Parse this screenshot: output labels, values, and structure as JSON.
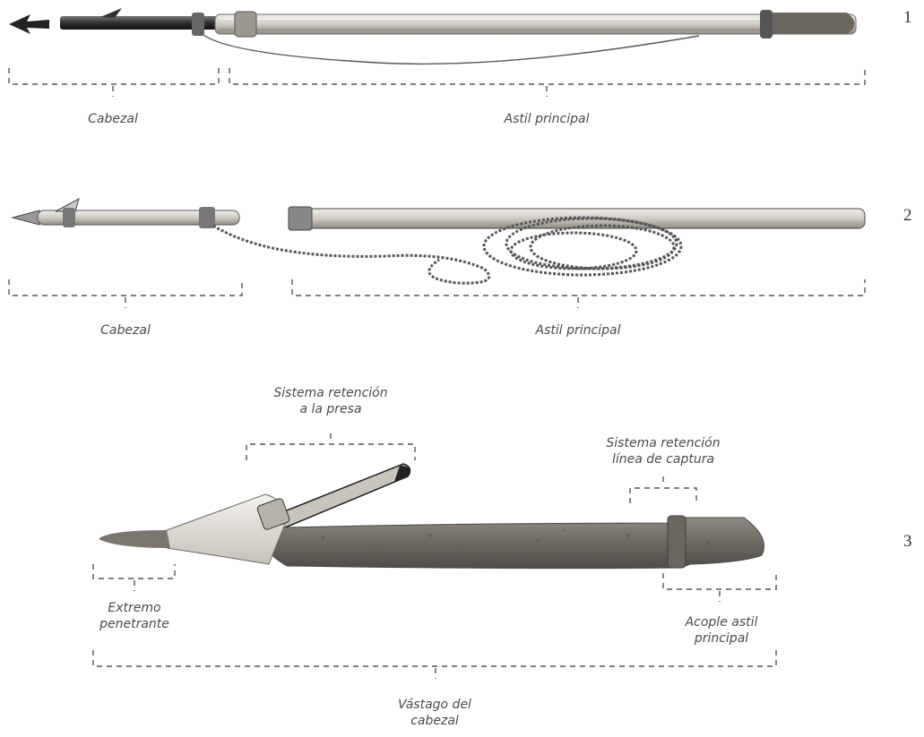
{
  "figures": [
    {
      "number": "1",
      "labels": {
        "cabezal": "Cabezal",
        "astil": "Astil principal"
      }
    },
    {
      "number": "2",
      "labels": {
        "cabezal": "Cabezal",
        "astil": "Astil principal"
      }
    },
    {
      "number": "3",
      "labels": {
        "retencion_presa_l1": "Sistema retención",
        "retencion_presa_l2": "a la presa",
        "retencion_linea_l1": "Sistema retención",
        "retencion_linea_l2": "línea de captura",
        "extremo_l1": "Extremo",
        "extremo_l2": "penetrante",
        "acople_l1": "Acople astil",
        "acople_l2": "principal",
        "vastago_l1": "Vástago del",
        "vastago_l2": "cabezal"
      }
    }
  ],
  "colors": {
    "label_text": "#4a4a4a",
    "bracket": "#555555",
    "shaft_light": "#d9d6cf",
    "shaft_dark": "#3a3a3a",
    "crust": "#6f6a64",
    "wrap": "#e6e3dd"
  }
}
